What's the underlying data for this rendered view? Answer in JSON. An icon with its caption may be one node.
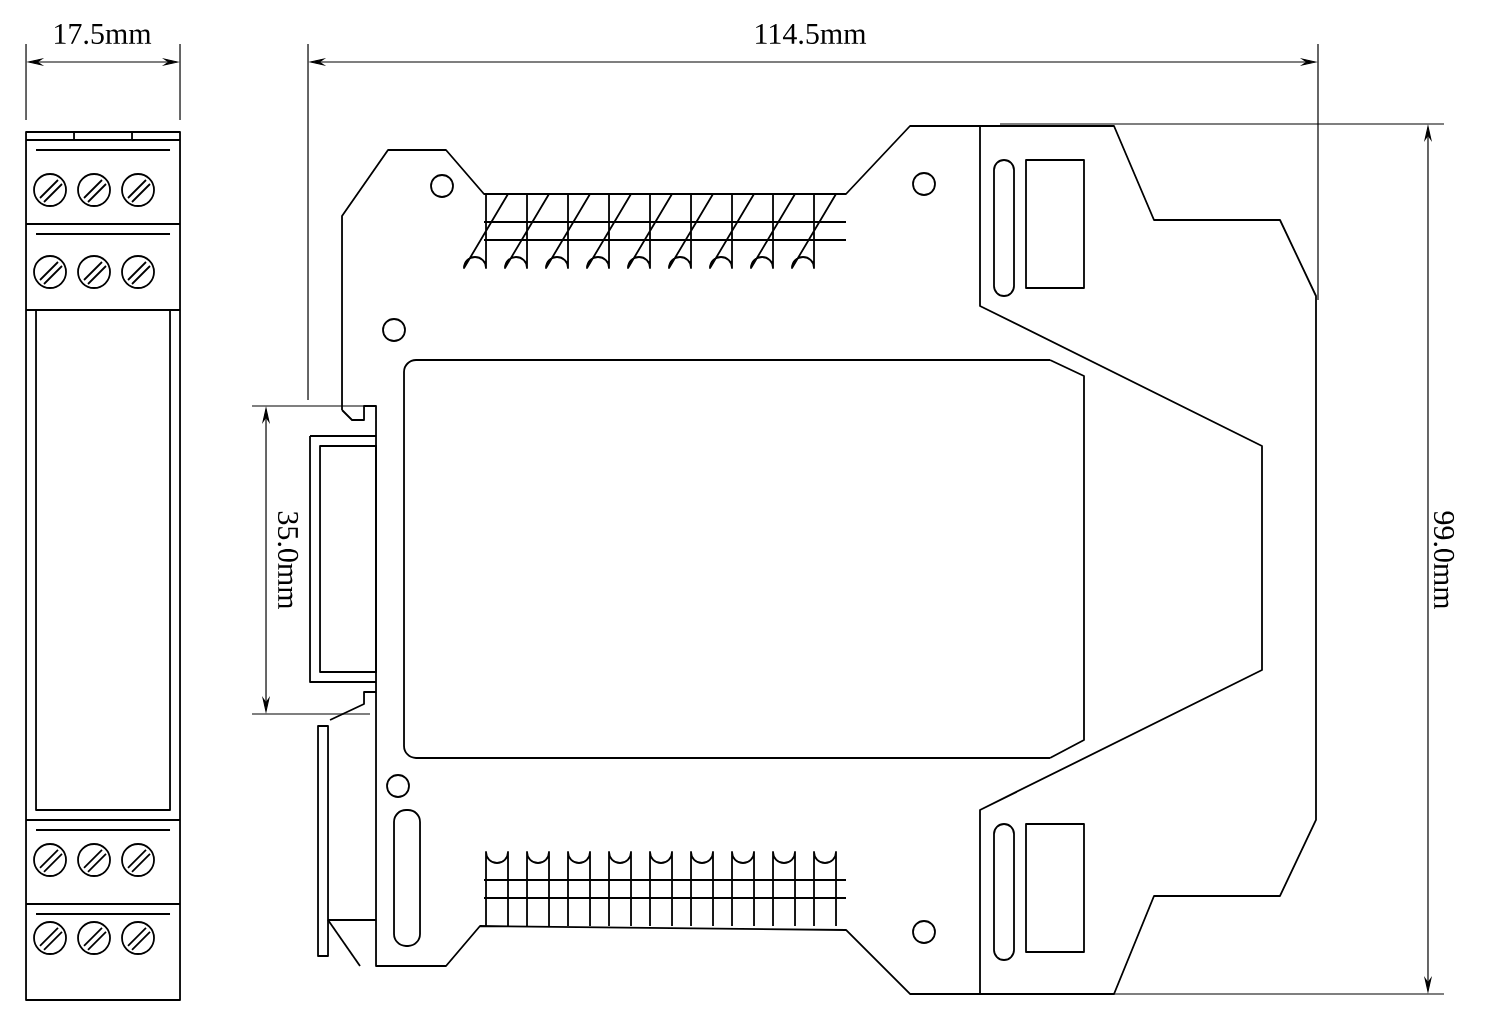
{
  "diagram": {
    "labels": [
      "17.5mm",
      "114.5mm",
      "35.0mm",
      "99.0mm"
    ]
  }
}
